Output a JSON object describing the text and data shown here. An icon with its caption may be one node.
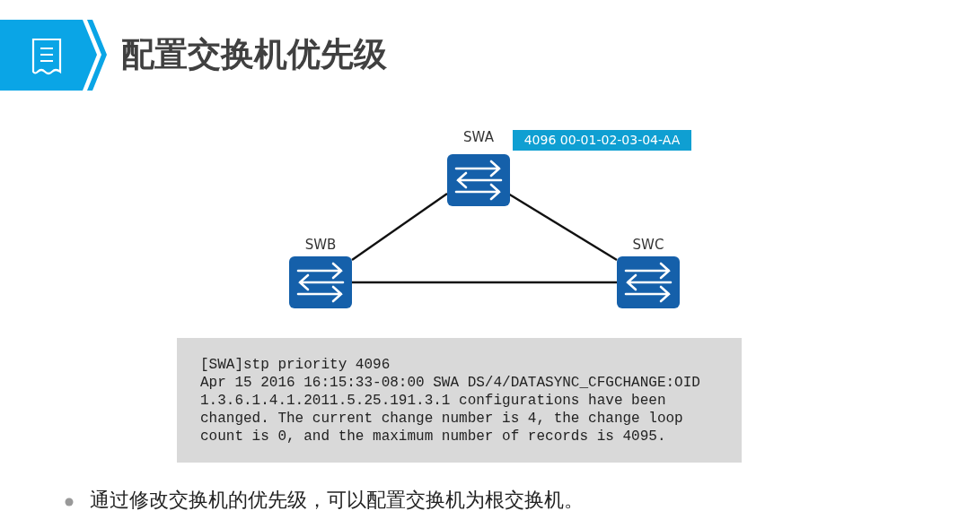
{
  "diagram": {
    "title": "配置交换机优先级",
    "nodes": [
      {
        "text": [
          "SWA"
        ]
      },
      {
        "text": [
          "4096 00-01-02-03-04-AA"
        ]
      },
      {
        "text": [
          "SWB"
        ]
      },
      {
        "text": [
          "SWC"
        ]
      },
      {
        "text": [
          "[SWA]stp priority 4096",
          "Apr 15 2016 16:15:33-08:00 SWA DS/4/DATASYNC_CFGCHANGE:OID 1.3.6.1.4.1.2011.5.25.191.3.1 configurations have been changed. The current change number is 4, the change loop count is 0, and the maximum number of records is 4095."
        ]
      }
    ],
    "edges": [
      {
        "from": 0,
        "to": 2,
        "arrow": "none"
      },
      {
        "from": 0,
        "to": 3,
        "arrow": "none"
      },
      {
        "from": 2,
        "to": 3,
        "arrow": "none"
      }
    ],
    "labels": [
      "通过修改交换机的优先级，可以配置交换机为根交换机。"
    ]
  }
}
